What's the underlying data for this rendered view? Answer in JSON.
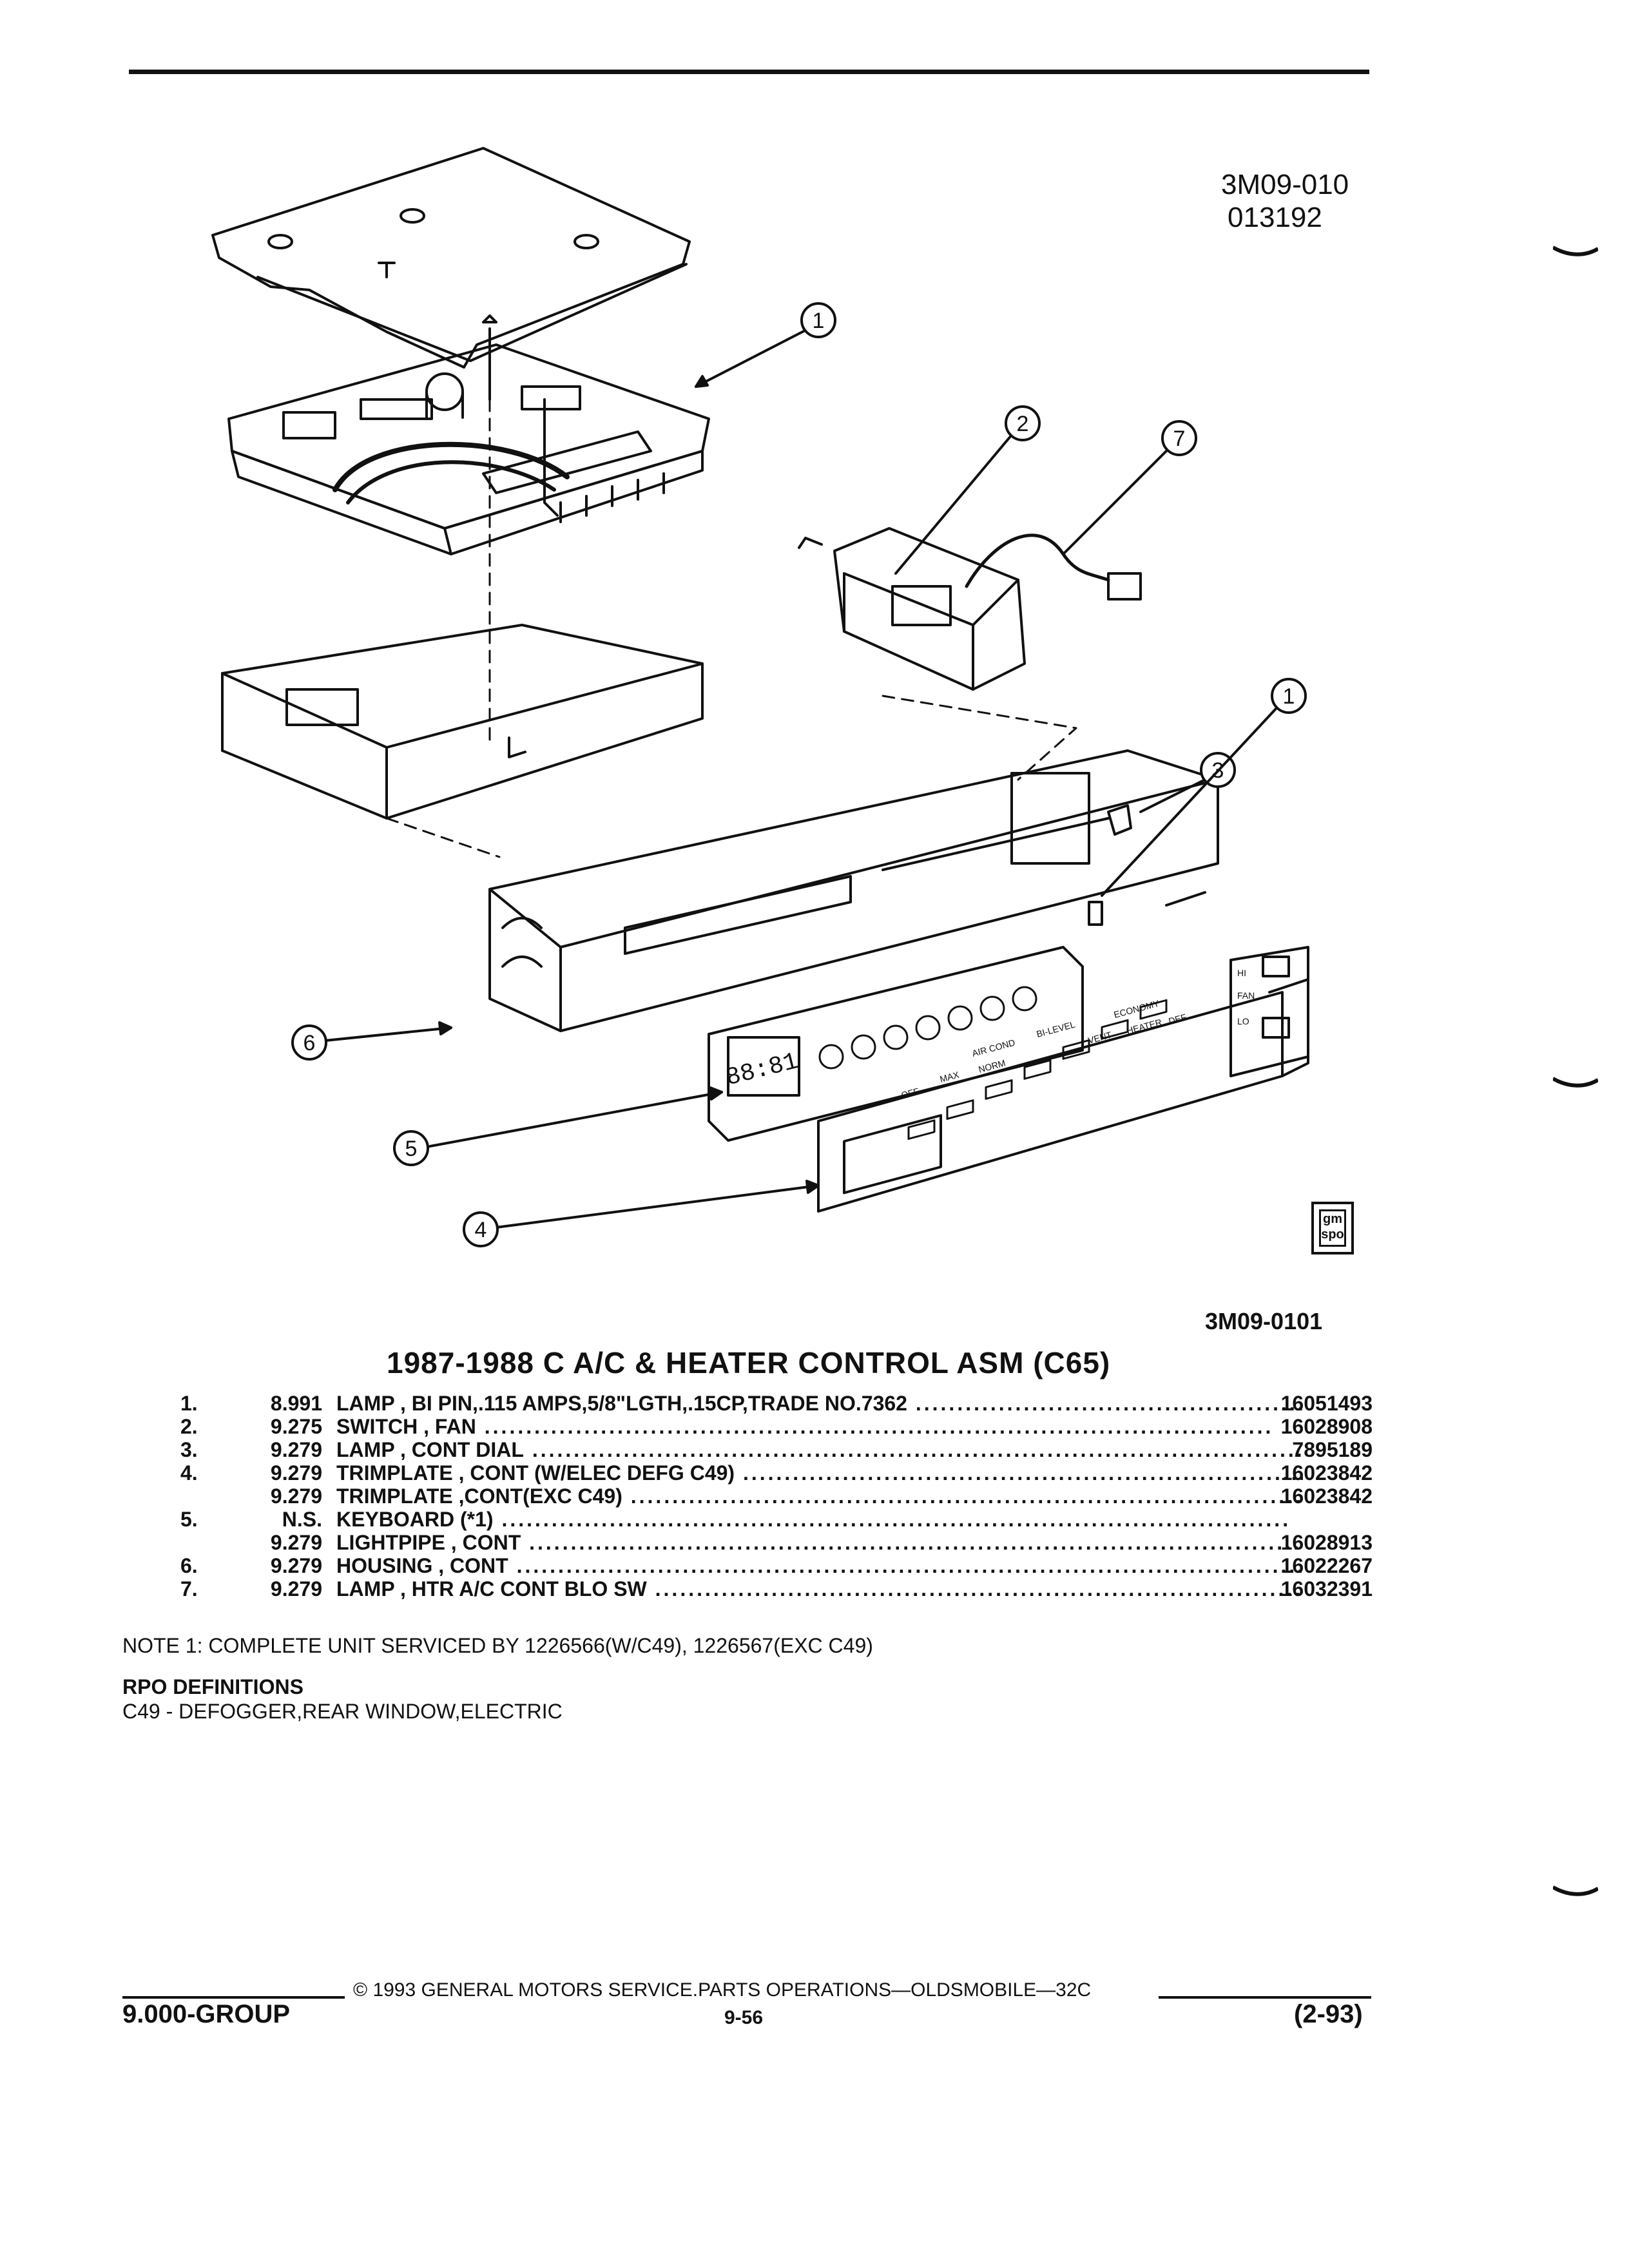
{
  "header": {
    "code_line1": "3M09-010",
    "code_line2": "013192"
  },
  "diagram": {
    "callouts": [
      "1",
      "2",
      "7",
      "3",
      "1",
      "6",
      "5",
      "4"
    ],
    "display_reading": "88:81",
    "panel_labels": [
      "AIR COND",
      "BI-LEVEL",
      "ECONOMY",
      "VENT",
      "HEATER",
      "DEF",
      "OFF",
      "MAX",
      "NORM",
      "HI",
      "FAN",
      "LO"
    ],
    "logo_text": "gm spo"
  },
  "figure_code": "3M09-0101",
  "title": "1987-1988 C A/C & HEATER CONTROL ASM (C65)",
  "parts": [
    {
      "num": "1.",
      "group": "8.991",
      "desc": "LAMP , BI PIN,.115 AMPS,5/8\"LGTH,.15CP,TRADE NO.7362",
      "part": "16051493"
    },
    {
      "num": "2.",
      "group": "9.275",
      "desc": "SWITCH , FAN",
      "part": "16028908"
    },
    {
      "num": "3.",
      "group": "9.279",
      "desc": "LAMP , CONT DIAL",
      "part": "7895189"
    },
    {
      "num": "4.",
      "group": "9.279",
      "desc": "TRIMPLATE , CONT (W/ELEC DEFG C49)",
      "part": "16023842"
    },
    {
      "num": "",
      "group": "9.279",
      "desc": "TRIMPLATE ,CONT(EXC C49)",
      "part": "16023842"
    },
    {
      "num": "5.",
      "group": "N.S.",
      "desc": "KEYBOARD (*1)",
      "part": ""
    },
    {
      "num": "",
      "group": "9.279",
      "desc": "LIGHTPIPE , CONT",
      "part": "16028913"
    },
    {
      "num": "6.",
      "group": "9.279",
      "desc": "HOUSING , CONT",
      "part": "16022267"
    },
    {
      "num": "7.",
      "group": "9.279",
      "desc": "LAMP , HTR A/C CONT BLO SW",
      "part": "16032391"
    }
  ],
  "note": "NOTE  1:  COMPLETE UNIT SERVICED BY 1226566(W/C49), 1226567(EXC C49)",
  "rpo": {
    "title": "RPO DEFINITIONS",
    "definition": "C49 - DEFOGGER,REAR WINDOW,ELECTRIC"
  },
  "footer": {
    "copyright": "© 1993  GENERAL MOTORS SERVICE.PARTS OPERATIONS—OLDSMOBILE—32C",
    "group": "9.000-GROUP",
    "page": "9-56",
    "date": "(2-93)"
  }
}
